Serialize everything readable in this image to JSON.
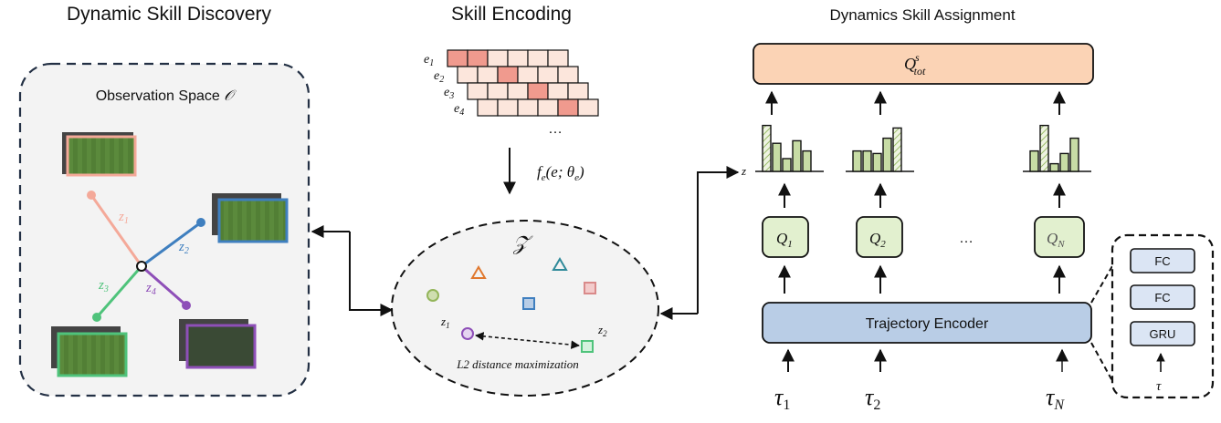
{
  "titles": {
    "discovery": "Dynamic Skill Discovery",
    "encoding": "Skill Encoding",
    "assignment": "Dynamics Skill Assignment"
  },
  "observation": {
    "label": "Observation Space ",
    "symbol": "𝒪"
  },
  "skills": [
    "z",
    "z",
    "z",
    "z"
  ],
  "skill_subs": [
    "1",
    "2",
    "3",
    "4"
  ],
  "skill_colors": [
    "#f4a999",
    "#3f7fbf",
    "#4fc37b",
    "#8e4fb8"
  ],
  "embeddings": {
    "labels": [
      "e",
      "e",
      "e",
      "e"
    ],
    "subs": [
      "1",
      "2",
      "3",
      "4"
    ],
    "ellipsis": "…",
    "cell_color": "#fce6dc",
    "hl_color": "#f09a8e"
  },
  "encoder_fn": {
    "f": "f",
    "sub": "e",
    "args": "(e; θ",
    "argsub": "e",
    "close": ")"
  },
  "latent": {
    "symbol": "𝒵",
    "z1": "z",
    "z1sub": "1",
    "z2": "z",
    "z2sub": "2",
    "caption": "L2 distance maximization"
  },
  "qtot": {
    "base": "Q",
    "sup": "s",
    "sub": "tot",
    "color": "#fbd3b5"
  },
  "z_axis_label": "z",
  "q_nodes": [
    {
      "base": "Q",
      "sub": "1"
    },
    {
      "base": "Q",
      "sub": "2"
    },
    {
      "base": "Q",
      "sub": "N"
    }
  ],
  "q_ellipsis": "…",
  "histograms": [
    {
      "values": [
        0.9,
        0.55,
        0.25,
        0.6,
        0.4
      ]
    },
    {
      "values": [
        0.4,
        0.4,
        0.35,
        0.65,
        0.85
      ]
    },
    {
      "values": [
        0.4,
        0.9,
        0.15,
        0.35,
        0.65
      ]
    }
  ],
  "trajectory_encoder": {
    "label": "Trajectory Encoder",
    "color": "#b9cde6"
  },
  "taus": [
    {
      "base": "τ",
      "sub": "1"
    },
    {
      "base": "τ",
      "sub": "2"
    },
    {
      "base": "τ",
      "sub": "N"
    }
  ],
  "detail": {
    "layers": [
      "FC",
      "FC",
      "GRU"
    ],
    "input": "τ",
    "color": "#dbe5f4"
  },
  "colors": {
    "panel_bg": "#f3f3f3",
    "node_bg": "#e2f0cf",
    "bar_fill": "#c7dca5",
    "dash": "#233044"
  }
}
